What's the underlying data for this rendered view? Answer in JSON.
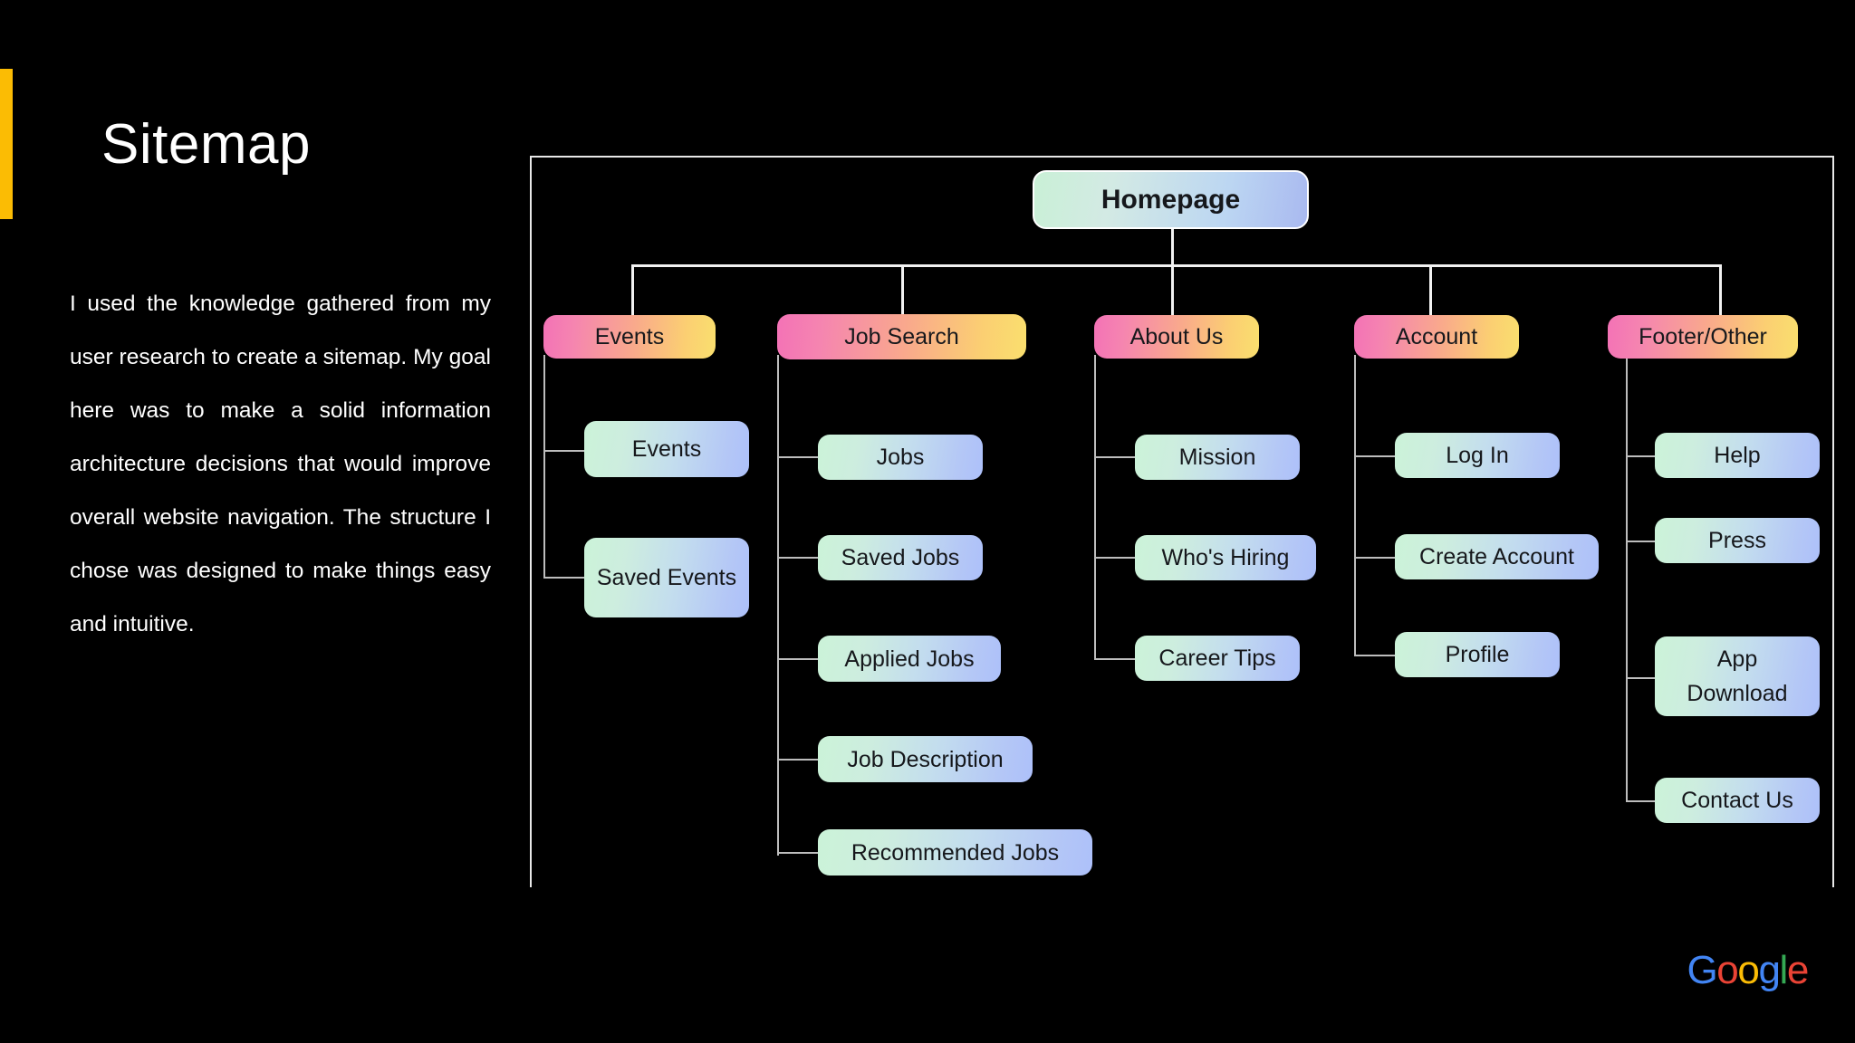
{
  "slide": {
    "title": "Sitemap",
    "body": "I used the knowledge gathered from my user research to create a sitemap. My goal here was to make a solid information architecture decisions that would improve overall website navigation. The structure I chose was designed to make things easy and intuitive.",
    "accent_color": "#FBBC04",
    "background_color": "#000000"
  },
  "brand": {
    "name": "Google",
    "letters": [
      {
        "char": "G",
        "color": "#4285F4"
      },
      {
        "char": "o",
        "color": "#EA4335"
      },
      {
        "char": "o",
        "color": "#FBBC05"
      },
      {
        "char": "g",
        "color": "#4285F4"
      },
      {
        "char": "l",
        "color": "#34A853"
      },
      {
        "char": "e",
        "color": "#EA4335"
      }
    ]
  },
  "sitemap": {
    "root": {
      "label": "Homepage"
    },
    "branches": [
      {
        "label": "Events",
        "children": [
          {
            "label": "Events"
          },
          {
            "label": "Saved Events"
          }
        ]
      },
      {
        "label": "Job Search",
        "children": [
          {
            "label": "Jobs"
          },
          {
            "label": "Saved Jobs"
          },
          {
            "label": "Applied Jobs"
          },
          {
            "label": "Job Description"
          },
          {
            "label": "Recommended Jobs"
          }
        ]
      },
      {
        "label": "About Us",
        "children": [
          {
            "label": "Mission"
          },
          {
            "label": "Who's Hiring"
          },
          {
            "label": "Career Tips"
          }
        ]
      },
      {
        "label": "Account",
        "children": [
          {
            "label": "Log In"
          },
          {
            "label": "Create Account"
          },
          {
            "label": "Profile"
          }
        ]
      },
      {
        "label": "Footer/Other",
        "children": [
          {
            "label": "Help"
          },
          {
            "label": "Press"
          },
          {
            "label": "App Download"
          },
          {
            "label": "Contact Us"
          }
        ]
      }
    ],
    "colors": {
      "root_gradient_start": "#c9f0d6",
      "root_gradient_end": "#a9b9f0",
      "level2_gradient_start": "#f472b6",
      "level2_gradient_end": "#fadf6e",
      "level3_gradient_start": "#cbf3d8",
      "level3_gradient_end": "#adc0fa",
      "connector": "#bdbdbd",
      "frame_border": "#e8e8e8"
    }
  }
}
